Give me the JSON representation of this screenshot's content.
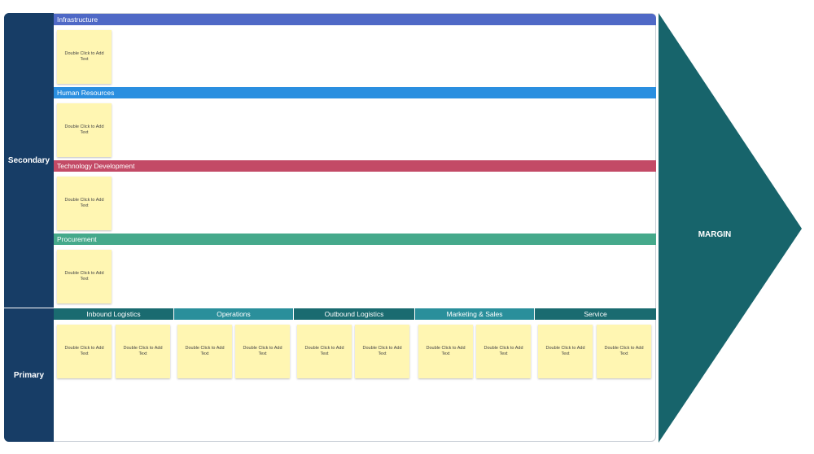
{
  "labels": {
    "secondary": "Secondary",
    "primary": "Primary",
    "margin": "MARGIN"
  },
  "secondary_rows": [
    {
      "label": "Infrastructure",
      "color": "#4f69c6"
    },
    {
      "label": "Human Resources",
      "color": "#2a8fe0"
    },
    {
      "label": "Technology Development",
      "color": "#c34a66"
    },
    {
      "label": "Procurement",
      "color": "#45a98b"
    }
  ],
  "primary_columns": [
    {
      "label": "Inbound Logistics",
      "color": "#1a6b70"
    },
    {
      "label": "Operations",
      "color": "#2a8f9b"
    },
    {
      "label": "Outbound Logistics",
      "color": "#1a6b70"
    },
    {
      "label": "Marketing & Sales",
      "color": "#2a8f9b"
    },
    {
      "label": "Service",
      "color": "#1a6b70"
    }
  ],
  "note_text": "Double Click to Add Text",
  "colors": {
    "sidebar": "#173d66",
    "margin_arrow": "#17646b",
    "sticky_note": "#fff6b2"
  }
}
